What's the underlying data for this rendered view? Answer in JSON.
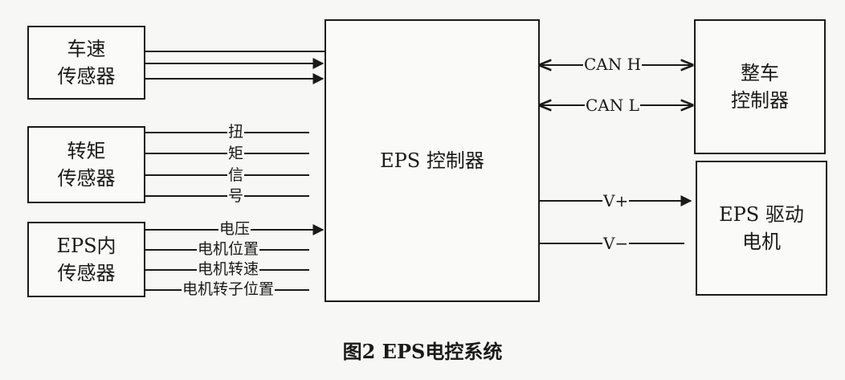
{
  "boxes": {
    "speed_sensor": [
      "车速",
      "传感器"
    ],
    "torque_sensor": [
      "转矩",
      "传感器"
    ],
    "eps_internal_sensor": [
      "EPS内",
      "传感器"
    ],
    "eps_controller": [
      "EPS 控制器"
    ],
    "vehicle_controller": [
      "整车",
      "控制器"
    ],
    "eps_motor": [
      "EPS 驱动",
      "电机"
    ]
  },
  "signals": {
    "torque": [
      "扭",
      "矩",
      "信",
      "号"
    ],
    "internal": [
      "电压",
      "电机位置",
      "电机转速",
      "电机转子位置"
    ],
    "can_h": "CAN H",
    "can_l": "CAN L",
    "v_plus": "V+",
    "v_minus": "V−"
  },
  "caption": "图2 EPS电控系统"
}
